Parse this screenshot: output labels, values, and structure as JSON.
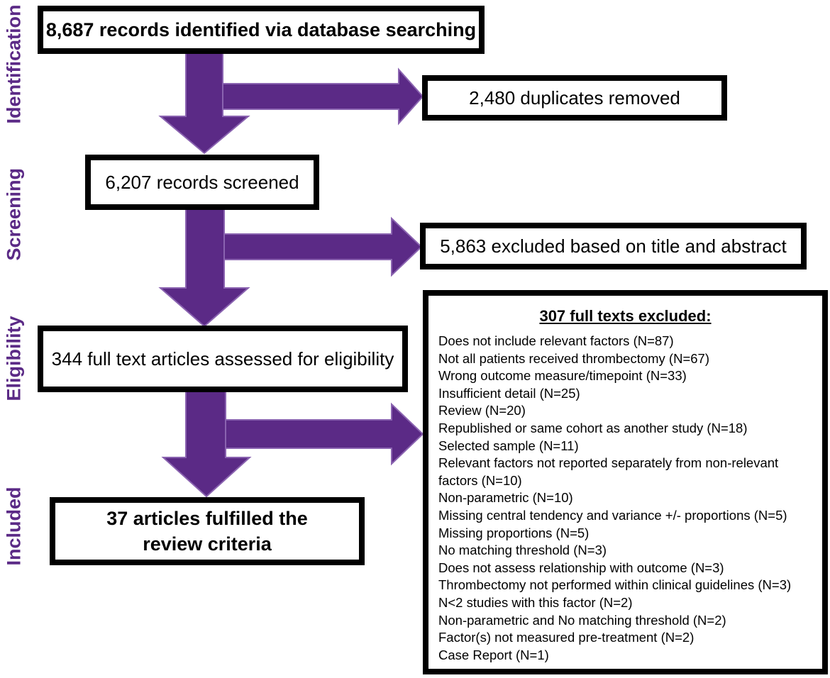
{
  "stages": {
    "identification": "Identification",
    "screening": "Screening",
    "eligibility": "Eligibility",
    "included": "Included"
  },
  "boxes": {
    "identified": "8,687 records identified via database searching",
    "duplicates": "2,480 duplicates removed",
    "screened": "6,207 records screened",
    "excluded_title_abstract": "5,863 excluded based on title and abstract",
    "assessed": "344 full text articles assessed for eligibility",
    "included": "37 articles fulfilled the review criteria"
  },
  "full_text_exclusions": {
    "title": "307 full texts excluded:",
    "reasons": [
      "Does not include relevant factors (N=87)",
      "Not all patients received thrombectomy (N=67)",
      "Wrong outcome measure/timepoint (N=33)",
      "Insufficient detail (N=25)",
      "Review (N=20)",
      "Republished or same cohort as another study  (N=18)",
      "Selected sample (N=11)",
      "Relevant factors not reported separately from non-relevant",
      "factors (N=10)",
      "Non-parametric (N=10)",
      "Missing central tendency and variance +/- proportions (N=5)",
      "Missing proportions (N=5)",
      "No matching threshold (N=3)",
      "Does not assess relationship with outcome (N=3)",
      "Thrombectomy not performed within clinical guidelines (N=3)",
      "N<2 studies with this factor (N=2)",
      "Non-parametric and No matching threshold (N=2)",
      "Factor(s) not measured pre-treatment (N=2)",
      "Case Report (N=1)"
    ]
  },
  "colors": {
    "arrow_fill": "#5b2a86",
    "arrow_edge": "#8a63b0",
    "label": "#5b2a86"
  }
}
